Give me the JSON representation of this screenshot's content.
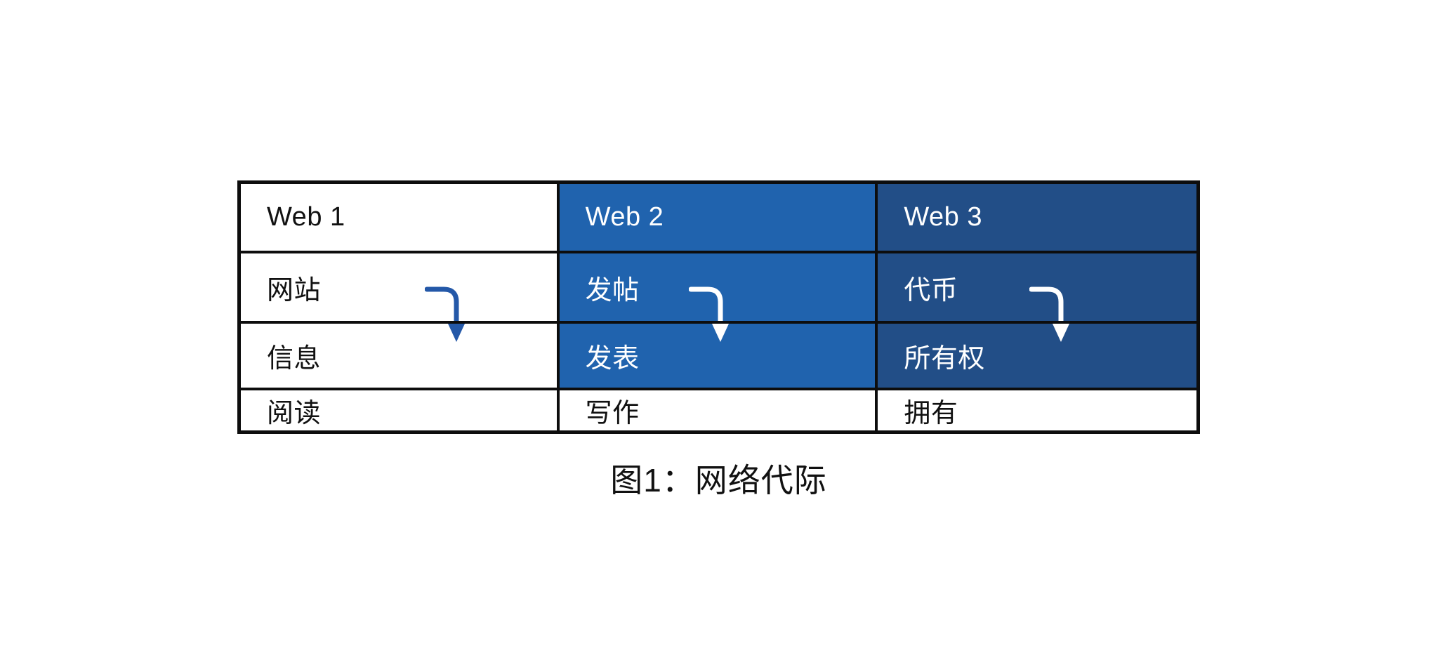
{
  "figure": {
    "caption": "图1：网络代际"
  },
  "table": {
    "headers": [
      "Web 1",
      "Web 2",
      "Web 3"
    ],
    "rows": [
      [
        "网站",
        "发帖",
        "代币"
      ],
      [
        "信息",
        "发表",
        "所有权"
      ],
      [
        "阅读",
        "写作",
        "拥有"
      ]
    ]
  },
  "colors": {
    "web1_bg": "#FFFFFF",
    "web2_bg": "#2063AE",
    "web3_bg": "#224E87",
    "border": "#0D0D0D",
    "text_dark": "#111111",
    "text_light": "#FFFFFF",
    "arrow_web1": "#2458A8",
    "arrow_web2": "#FFFFFF",
    "arrow_web3": "#FFFFFF"
  },
  "arrows": [
    {
      "icon": "curved-down-arrow-icon",
      "column": "Web 1",
      "color": "#2458A8"
    },
    {
      "icon": "curved-down-arrow-icon",
      "column": "Web 2",
      "color": "#FFFFFF"
    },
    {
      "icon": "curved-down-arrow-icon",
      "column": "Web 3",
      "color": "#FFFFFF"
    }
  ]
}
